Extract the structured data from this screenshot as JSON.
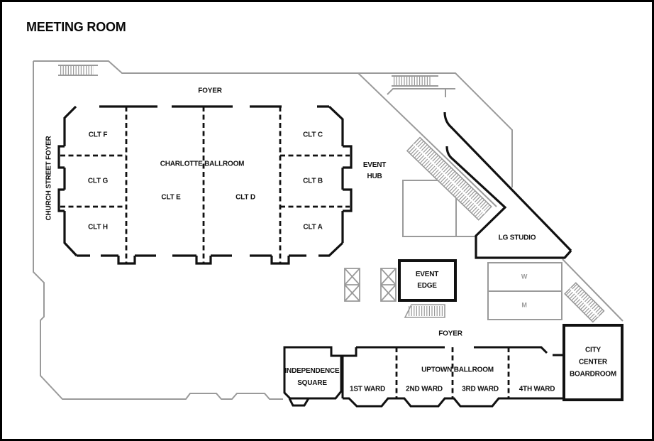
{
  "title": "MEETING ROOM",
  "colors": {
    "wall": "#111111",
    "outline_gray": "#9a9a9a",
    "background": "#ffffff",
    "border": "#000000"
  },
  "areas": {
    "foyer_top": {
      "label": "FOYER"
    },
    "church_street_foyer": {
      "label": "CHURCH STREET FOYER"
    },
    "clt_f": {
      "label": "CLT F"
    },
    "clt_g": {
      "label": "CLT G"
    },
    "clt_h": {
      "label": "CLT H"
    },
    "charlotte_ballroom": {
      "label": "CHARLOTTE BALLROOM"
    },
    "clt_e": {
      "label": "CLT E"
    },
    "clt_d": {
      "label": "CLT D"
    },
    "clt_c": {
      "label": "CLT C"
    },
    "clt_b": {
      "label": "CLT B"
    },
    "clt_a": {
      "label": "CLT A"
    },
    "event_hub": {
      "line1": "EVENT",
      "line2": "HUB"
    },
    "lg_studio": {
      "label": "LG STUDIO"
    },
    "event_edge": {
      "line1": "EVENT",
      "line2": "EDGE"
    },
    "restroom_women": {
      "label": "W"
    },
    "restroom_men": {
      "label": "M"
    },
    "foyer_bottom": {
      "label": "FOYER"
    },
    "independence_square": {
      "line1": "INDEPENDENCE",
      "line2": "SQUARE"
    },
    "ward_1": {
      "label": "1ST WARD"
    },
    "ward_2": {
      "label": "2ND WARD"
    },
    "ward_3": {
      "label": "3RD WARD"
    },
    "ward_4": {
      "label": "4TH WARD"
    },
    "uptown_ballroom": {
      "label": "UPTOWN BALLROOM"
    },
    "city_center_boardroom": {
      "line1": "CITY",
      "line2": "CENTER",
      "line3": "BOARDROOM"
    }
  },
  "symbols": {
    "stairs_top_left": "stairs-icon",
    "stairs_top_center": "stairs-icon",
    "stairs_center": "stairs-icon",
    "escalator_main": "escalator-icon",
    "escalator_side": "escalator-icon",
    "elevator_left": "elevator-icon",
    "elevator_right": "elevator-icon"
  }
}
